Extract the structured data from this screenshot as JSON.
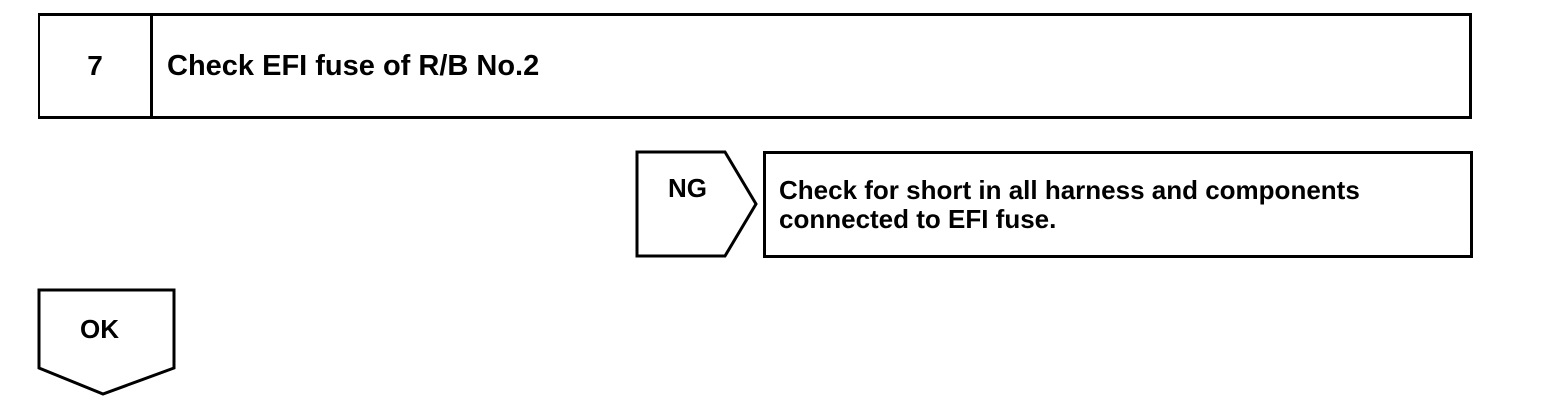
{
  "step": {
    "number": "7",
    "title": "Check EFI fuse of R/B No.2"
  },
  "ng_branch": {
    "label": "NG",
    "result_lines": [
      "Check for short in all harness and components",
      "connected to EFI fuse."
    ]
  },
  "ok_branch": {
    "label": "OK"
  },
  "colors": {
    "line": "#000000",
    "background": "#ffffff"
  }
}
